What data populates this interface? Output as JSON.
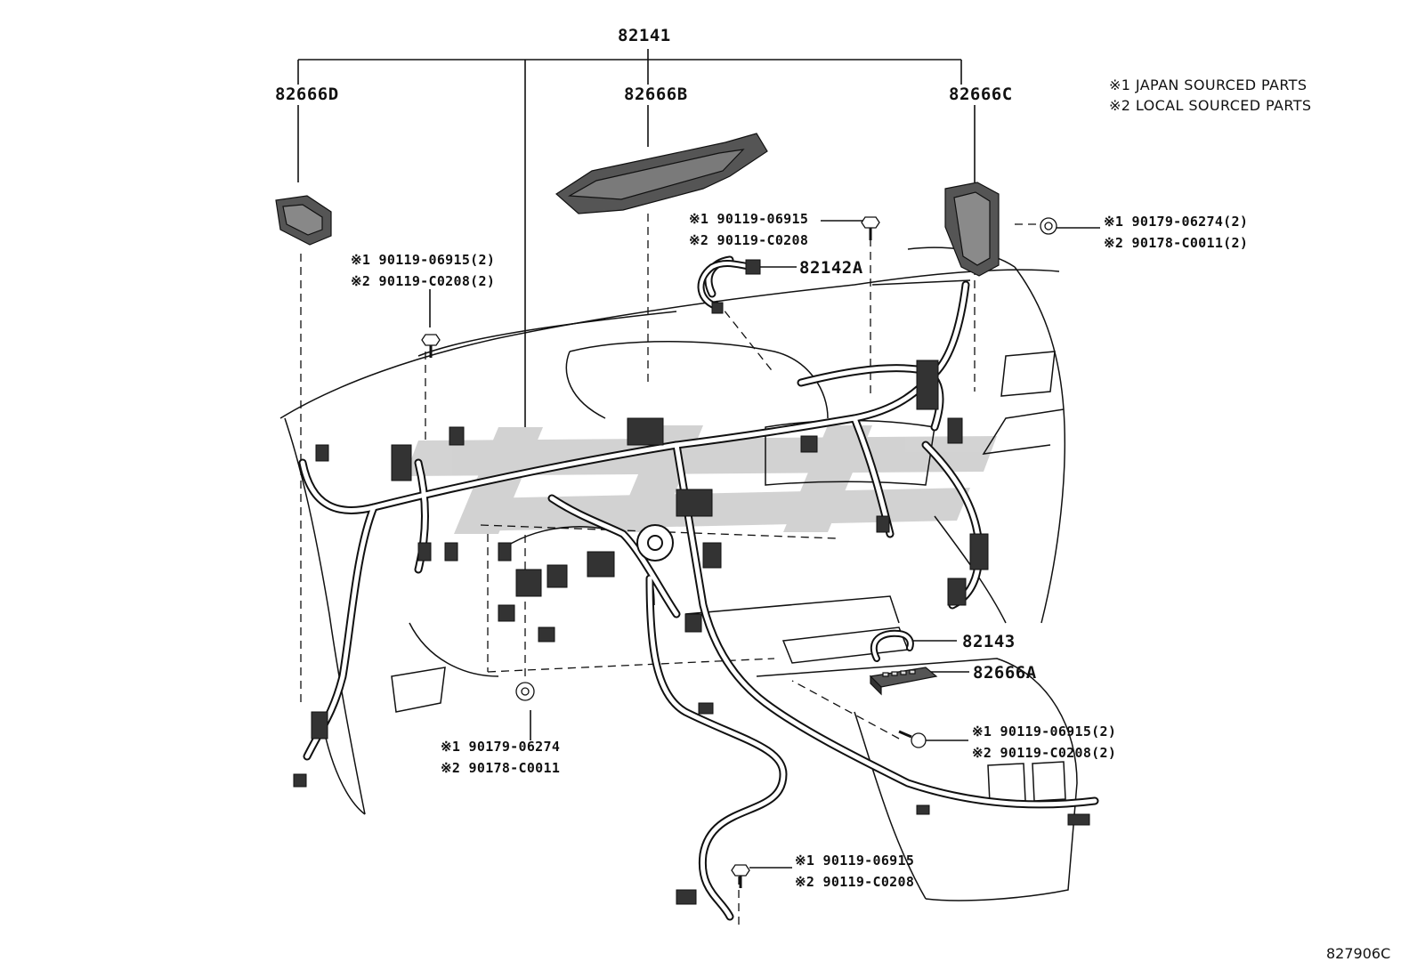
{
  "diagram_code": "827906C",
  "legend": [
    "※1 JAPAN SOURCED PARTS",
    "※2 LOCAL SOURCED PARTS"
  ],
  "parts": {
    "p82141": "82141",
    "p82666D": "82666D",
    "p82666B": "82666B",
    "p82666C": "82666C",
    "p82142A": "82142A",
    "p82143": "82143",
    "p82666A": "82666A"
  },
  "fastener_callouts": {
    "upper_left_bolt": [
      "※1 90119-06915(2)",
      "※2 90119-C0208(2)"
    ],
    "upper_center_bolt": [
      "※1 90119-06915",
      "※2 90119-C0208"
    ],
    "upper_right_nut": [
      "※1 90179-06274(2)",
      "※2 90178-C0011(2)"
    ],
    "lower_left_nut": [
      "※1 90179-06274",
      "※2 90178-C0011"
    ],
    "lower_right_bolt": [
      "※1 90119-06915(2)",
      "※2 90119-C0208(2)"
    ],
    "lower_center_bolt": [
      "※1 90119-06915",
      "※2 90119-C0208"
    ]
  },
  "colors": {
    "ink": "#111111",
    "watermark": "#b8b8b8"
  }
}
